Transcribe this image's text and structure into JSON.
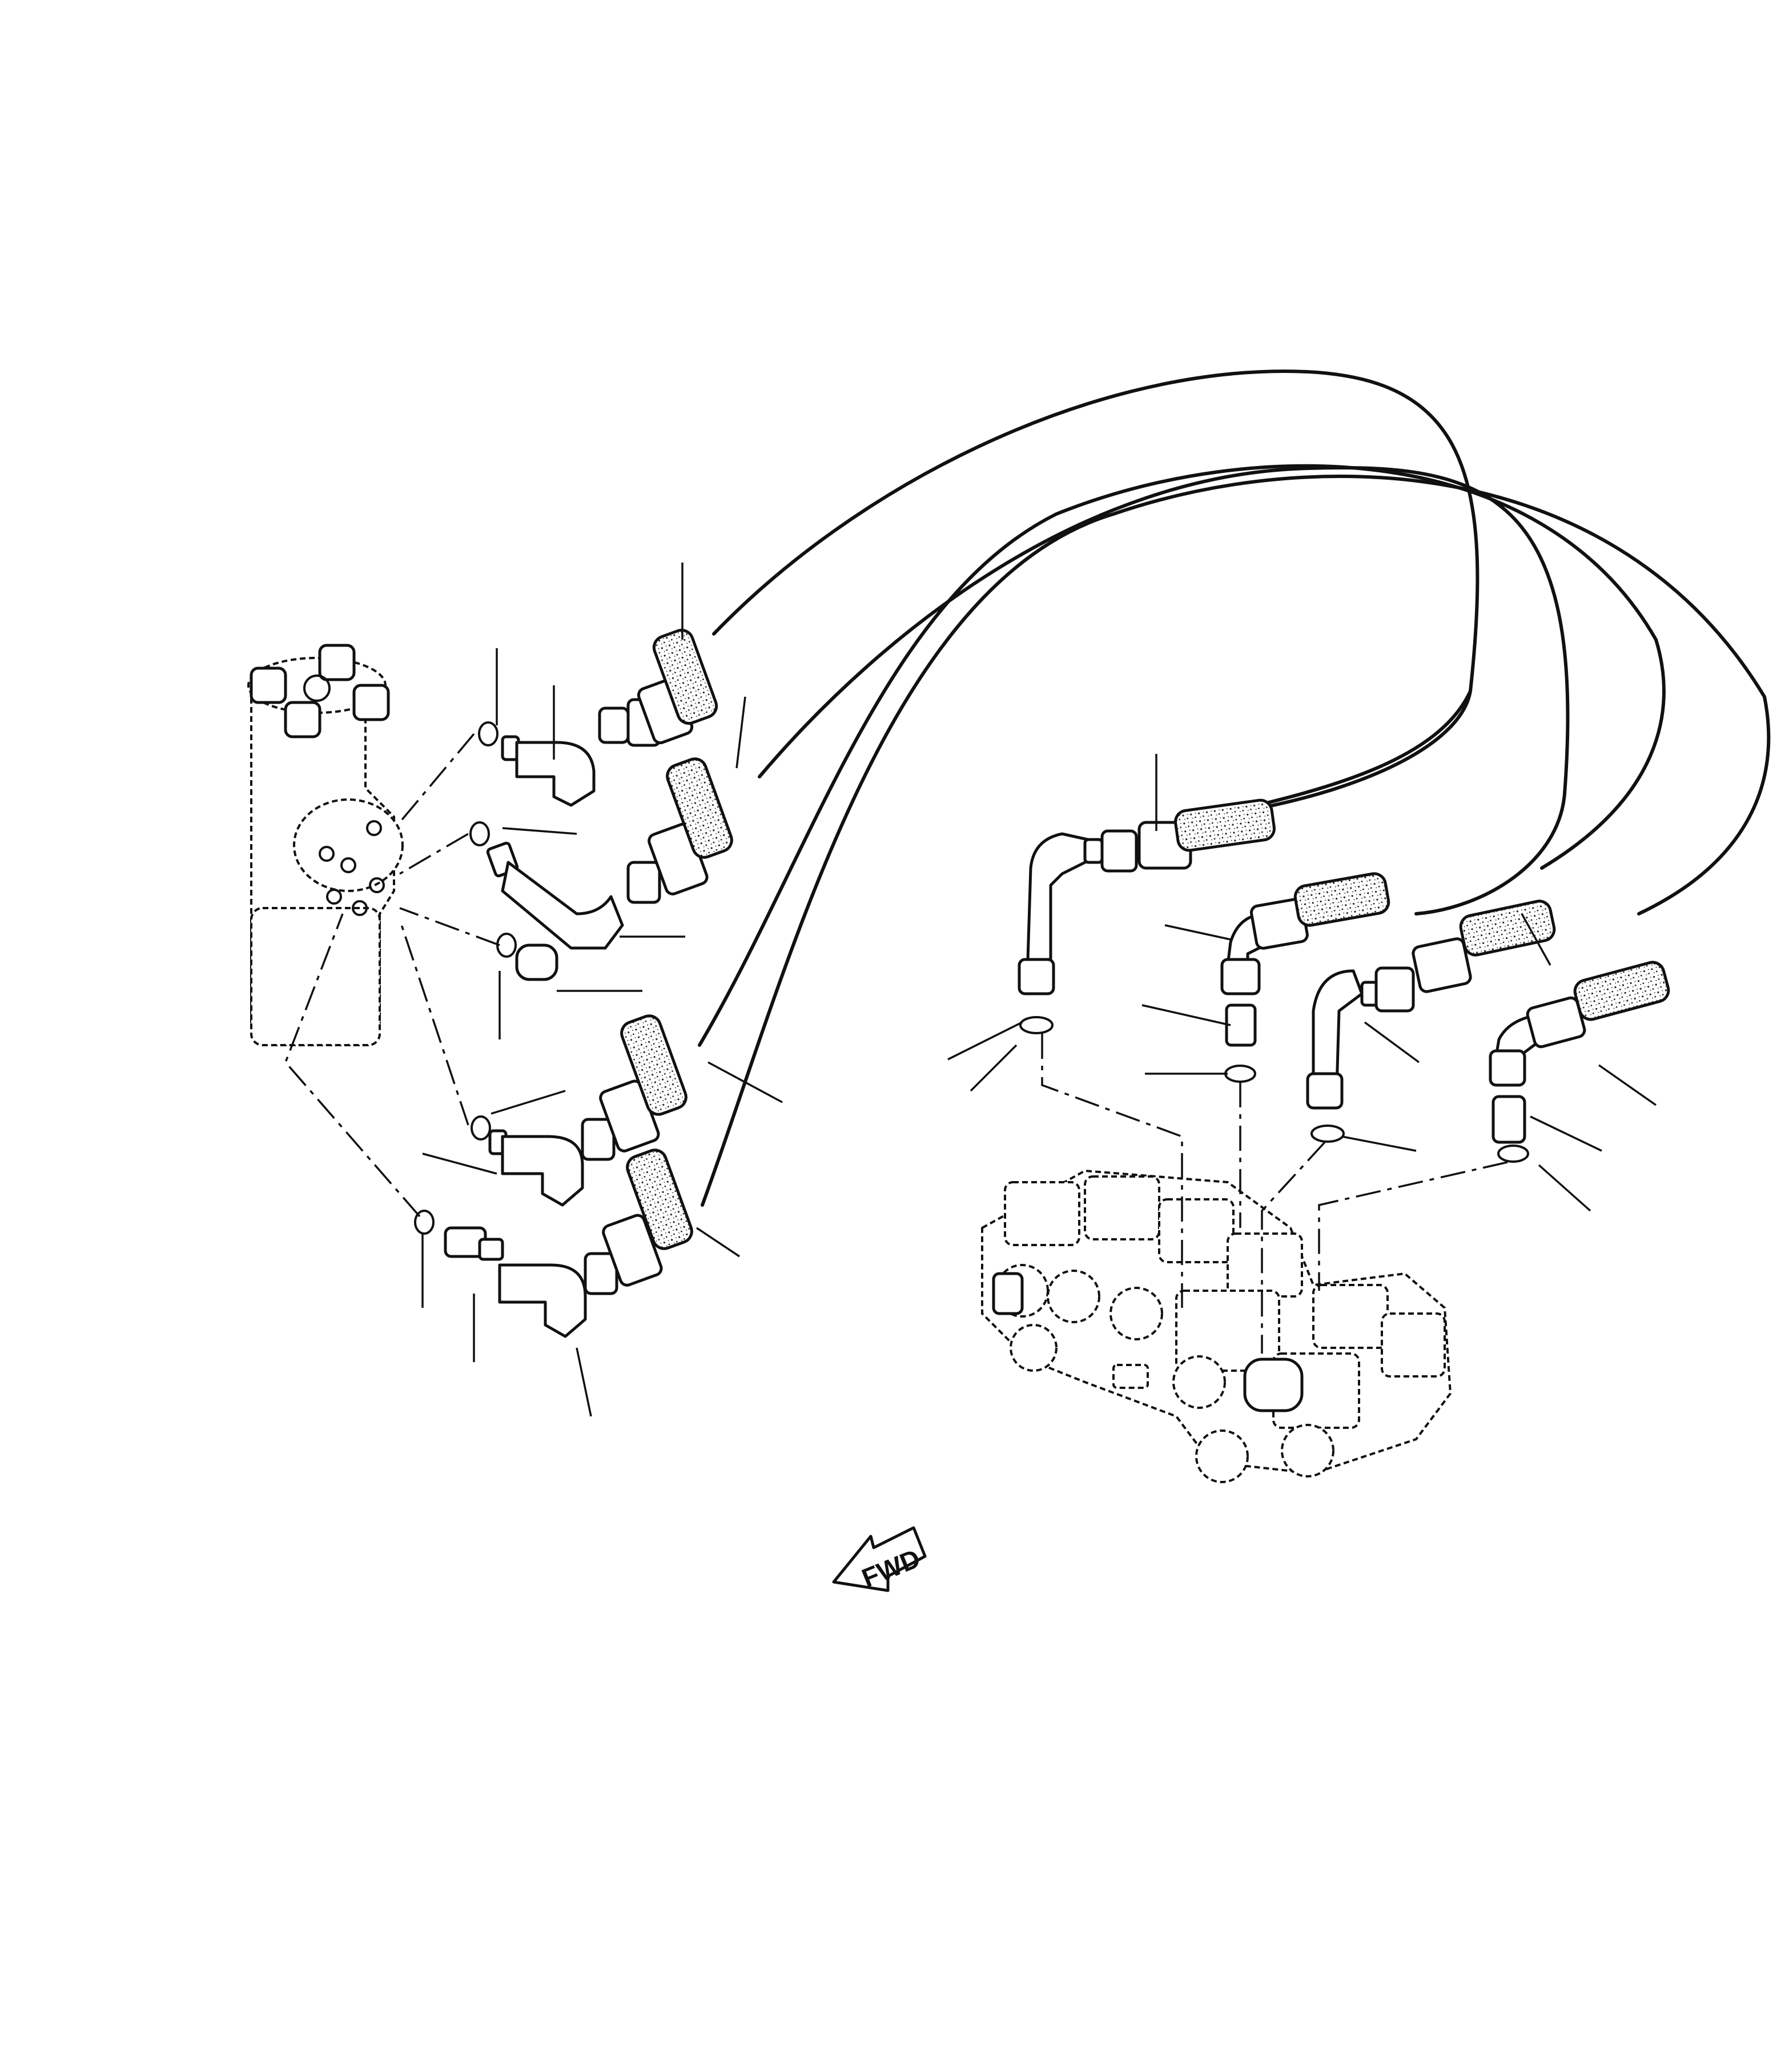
{
  "diagram": {
    "direction_arrow": {
      "label": "FWD",
      "icon": "forward-arrow-icon"
    },
    "components": {
      "left_unit": "steering-valve-icon",
      "right_unit": "control-valve-block-icon"
    },
    "left_hose_count": 4,
    "right_hose_count": 4
  }
}
